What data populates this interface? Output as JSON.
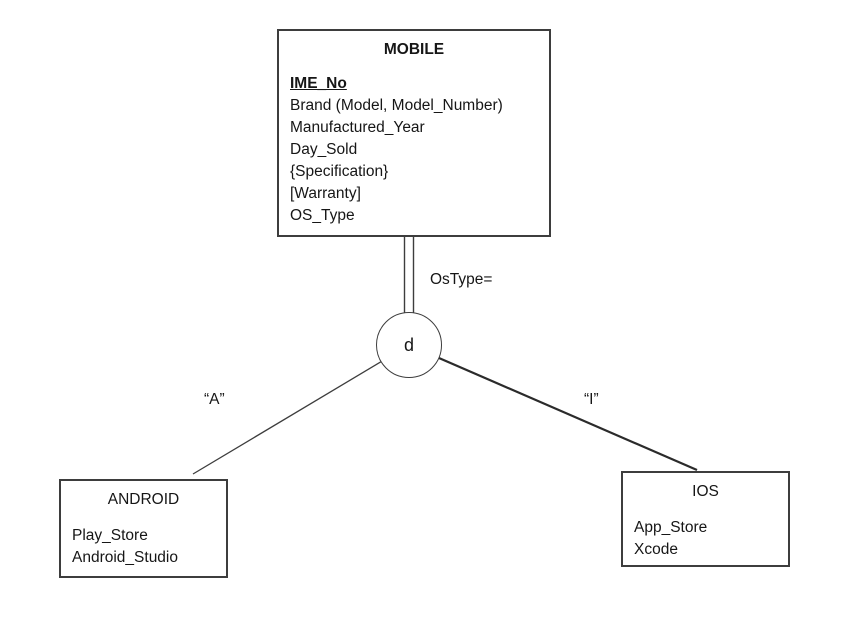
{
  "diagram": {
    "mobile_entity": {
      "title": "MOBILE",
      "key_attribute": "IME_No",
      "attributes": [
        "Brand (Model, Model_Number)",
        "Manufactured_Year",
        "Day_Sold",
        "{Specification}",
        "[Warranty]",
        "OS_Type"
      ]
    },
    "specialization": {
      "circle_label": "d",
      "condition_label": "OsType="
    },
    "android_entity": {
      "title": "ANDROID",
      "attributes": [
        "Play_Store",
        "Android_Studio"
      ],
      "edge_label": "“A”"
    },
    "ios_entity": {
      "title": "IOS",
      "attributes": [
        "App_Store",
        "Xcode"
      ],
      "edge_label": "“I”"
    },
    "colors": {
      "line": "#3d3d3d",
      "text": "#161616",
      "background": "#ffffff"
    }
  }
}
